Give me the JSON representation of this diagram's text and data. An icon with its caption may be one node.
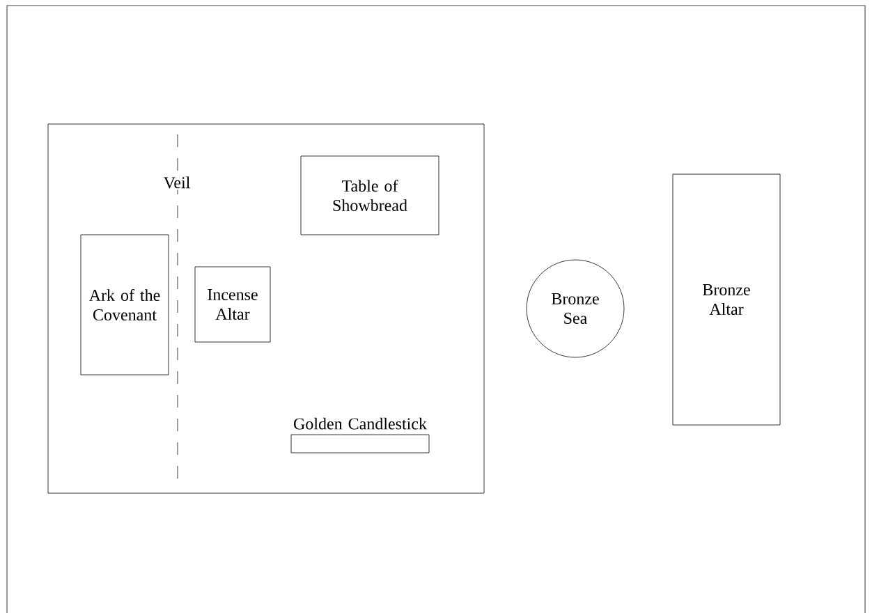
{
  "diagram": {
    "nodes": [
      {
        "text": [],
        "shape": "box"
      },
      {
        "text": [
          "Table of Showbread"
        ],
        "in": 0
      },
      {
        "text": [
          "Ark of the Covenant"
        ],
        "in": 0
      },
      {
        "text": [
          "Incense Altar"
        ],
        "in": 0
      },
      {
        "text": [
          "Golden Candlestick"
        ],
        "in": 0
      },
      {
        "text": [
          "Bronze Sea"
        ]
      },
      {
        "text": [
          "Bronze Altar"
        ]
      }
    ],
    "labels": [
      "Veil"
    ]
  }
}
